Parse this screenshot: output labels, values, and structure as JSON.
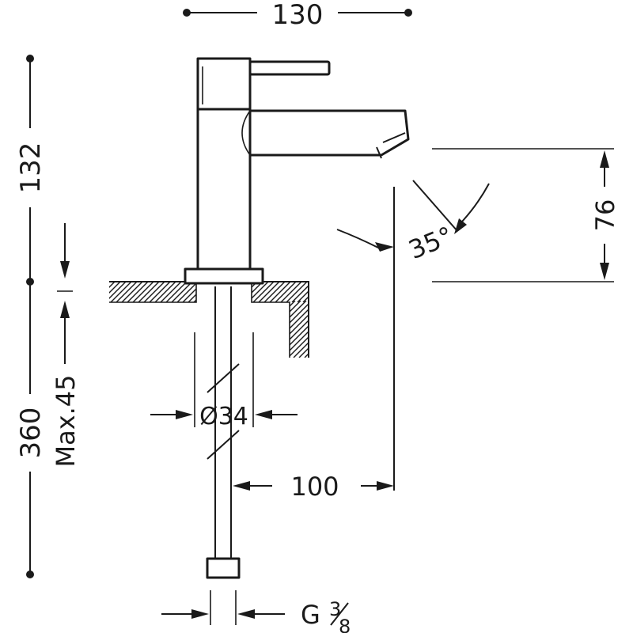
{
  "dimensions": {
    "overall_width": "130",
    "height_top": "132",
    "height_total": "360",
    "max_thickness": "Max.45",
    "spout_height": "76",
    "angle": "35°",
    "reach": "100",
    "hose_diameter": "Ø34",
    "connection_prefix": "G",
    "connection_num": "3",
    "connection_den": "8"
  },
  "colors": {
    "line": "#1a1a1a",
    "background": "#ffffff"
  }
}
